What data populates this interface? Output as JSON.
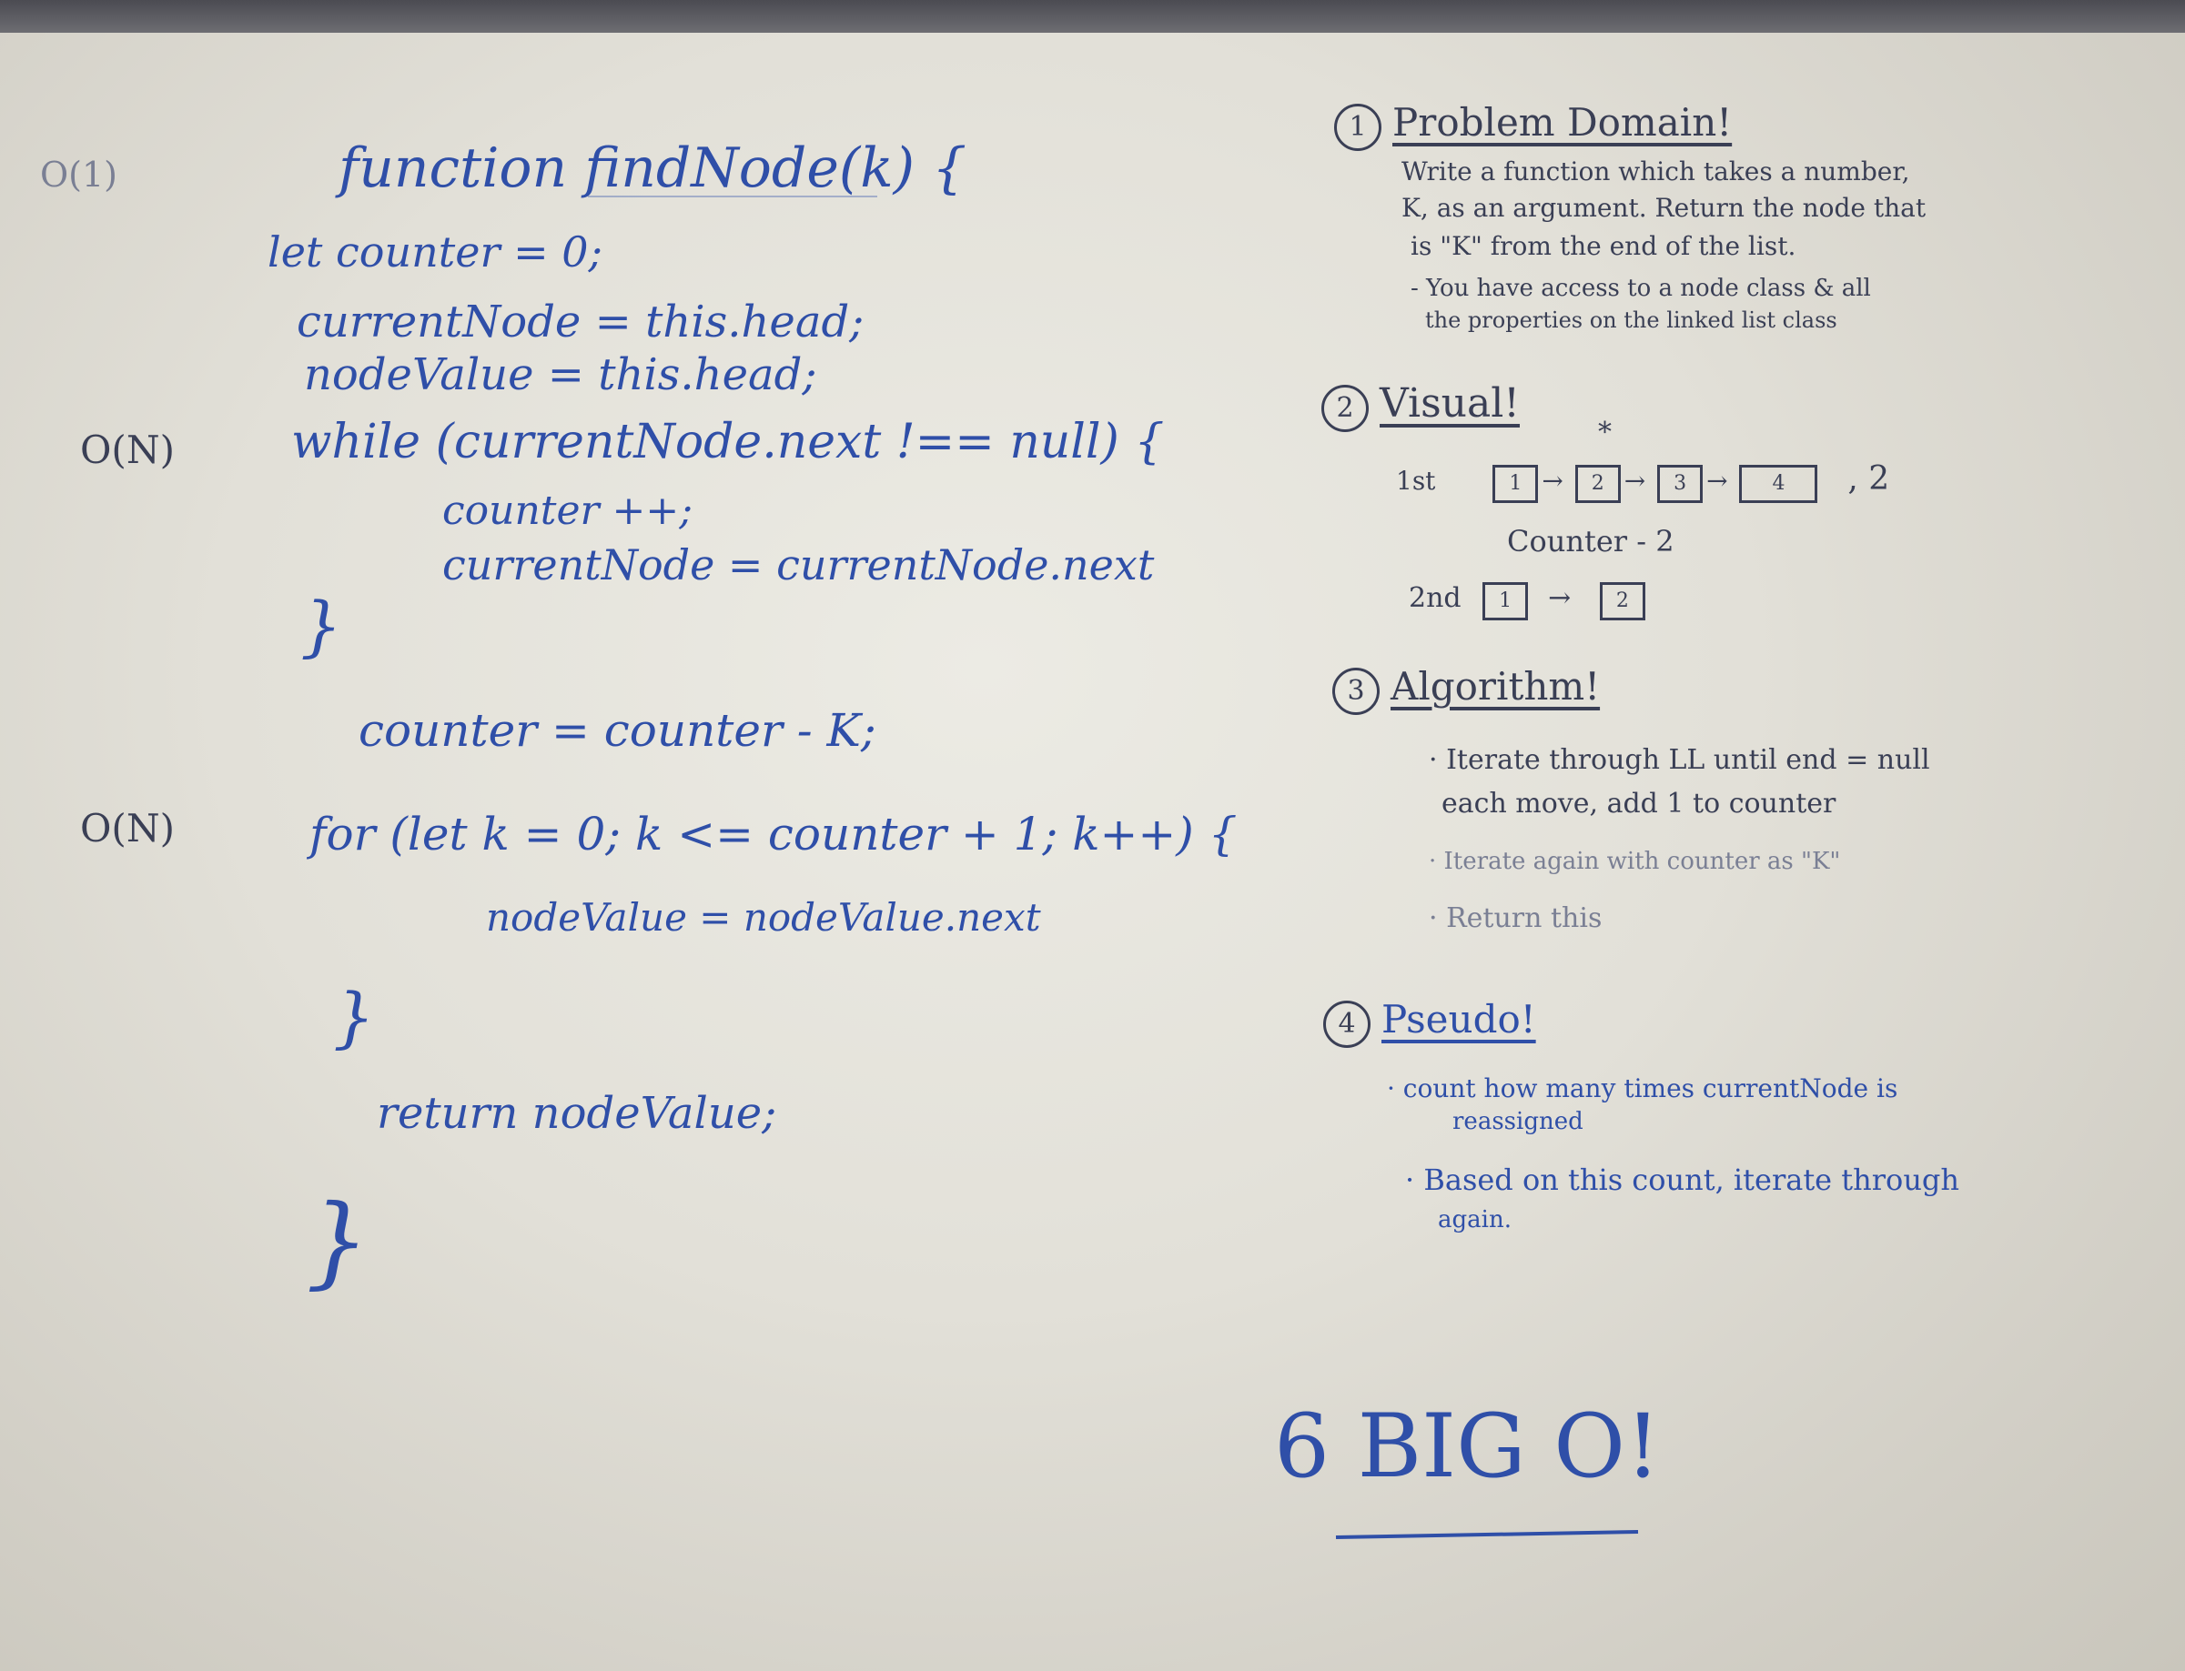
{
  "left": {
    "complexity": [
      "O(1)",
      "O(N)",
      "O(N)"
    ],
    "code": [
      "function findNode(k) {",
      "let counter = 0;",
      "currentNode = this.head;",
      "nodeValue = this.head;",
      "while (currentNode.next !== null) {",
      "counter ++;",
      "currentNode = currentNode.next",
      "}",
      "counter = counter - K;",
      "for (let k = 0; k <= counter + 1; k++) {",
      "nodeValue = nodeValue.next",
      "}",
      "return nodeValue;",
      "}"
    ]
  },
  "right": {
    "s1": {
      "num": "1",
      "title": "Problem Domain!",
      "lines": [
        "Write a function which takes a number,",
        "K, as an argument. Return the node that",
        "is \"K\" from the end of the list.",
        "- You have access to a node class & all",
        "the properties on the linked list class"
      ]
    },
    "s2": {
      "num": "2",
      "title": "Visual!",
      "first_label": "1st",
      "first_boxes": [
        "1",
        "2",
        "3",
        "4"
      ],
      "star": "*",
      "first_k": ", 2",
      "counter_line": "Counter - 2",
      "second_label": "2nd",
      "second_boxes": [
        "1",
        "2"
      ]
    },
    "s3": {
      "num": "3",
      "title": "Algorithm!",
      "lines": [
        "· Iterate through LL until end = null",
        "each move, add 1 to counter",
        "· Iterate again with counter as \"K\"",
        "· Return this"
      ]
    },
    "s4": {
      "num": "4",
      "title": "Pseudo!",
      "lines": [
        "· count how many times currentNode is",
        "reassigned",
        "· Based on this count, iterate through",
        "again."
      ]
    }
  },
  "bigo": "6 BIG O!",
  "colors": {
    "blue_marker": "#2f4fa8",
    "black_marker": "#3a3f55",
    "board": "#e6e4dc"
  }
}
